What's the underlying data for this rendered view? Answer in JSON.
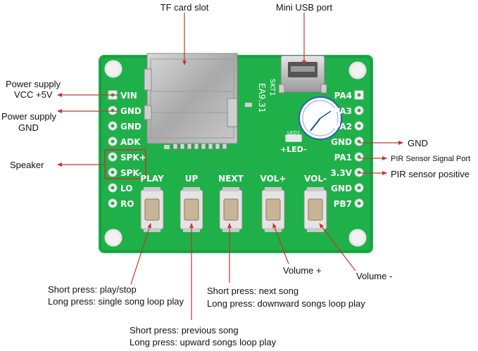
{
  "labels": {
    "tf_card_slot": "TF card slot",
    "mini_usb_port": "Mini USB port",
    "power_vcc_line1": "Power supply",
    "power_vcc_line2": "VCC +5V",
    "power_gnd_line1": "Power supply",
    "power_gnd_line2": "GND",
    "speaker": "Speaker",
    "gnd_right": "GND",
    "pir_signal": "PIR Sensor Signal Port",
    "pir_positive": "PIR sensor positive",
    "volume_plus": "Volume +",
    "volume_minus": "Volume -",
    "play_line1": "Short press: play/stop",
    "play_line2": "Long press: single song loop play",
    "next_line1": "Short press: next song",
    "next_line2": "Long press: downward songs loop play",
    "up_line1": "Short press: previous song",
    "up_line2": "Long press: upward songs loop play"
  },
  "board": {
    "left_pins": [
      "VIN",
      "GND",
      "GND",
      "ADK",
      "SPK+",
      "SPK-",
      "LO",
      "RO"
    ],
    "right_pins": [
      "PA4",
      "PA3",
      "PA2",
      "GND",
      "PA1",
      "3.3V",
      "GND",
      "PB7"
    ],
    "buttons": [
      "PLAY",
      "UP",
      "NEXT",
      "VOL+",
      "VOL-"
    ],
    "model_text": "EA9.31",
    "sk_text": "SKT1",
    "led_text": "+LED-",
    "led_small": "LED1"
  },
  "colors": {
    "pcb": "#1fb04a",
    "arrow": "#c0392b",
    "silkscreen": "#ffffff",
    "metal": "#b8b8b8"
  }
}
